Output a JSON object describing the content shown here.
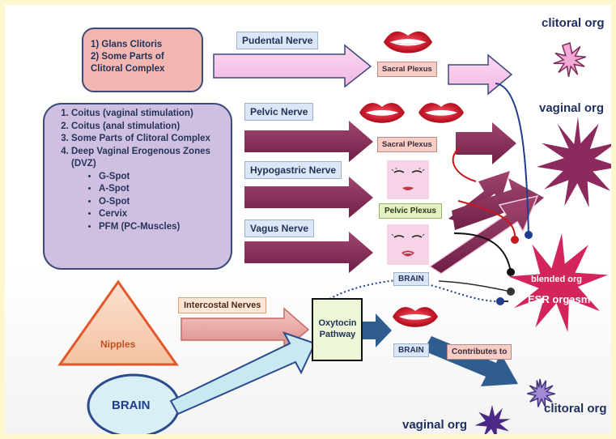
{
  "sources": {
    "glans_box": [
      "1) Glans Clitoris",
      "2) Some Parts of",
      "Clitoral Complex"
    ],
    "coitus_list": [
      "Coitus (vaginal stimulation)",
      "Coitus (anal stimulation)",
      "Some Parts of Clitoral Complex",
      "Deep Vaginal Erogenous Zones  (DVZ)"
    ],
    "dvz_items": [
      "G-Spot",
      "A-Spot",
      "O-Spot",
      "Cervix",
      "PFM (PC-Muscles)"
    ],
    "nipples": "Nipples",
    "brain_ellipse": "BRAIN"
  },
  "nerves": {
    "pudental": "Pudental Nerve",
    "pelvic": "Pelvic Nerve",
    "hypogastric": "Hypogastric Nerve",
    "vagus": "Vagus Nerve",
    "intercostal": "Intercostal Nerves"
  },
  "relays": {
    "sacral_plexus_1": "Sacral Plexus",
    "sacral_plexus_2": "Sacral Plexus",
    "pelvic_plexus": "Pelvic Plexus",
    "brain_upper": "BRAIN",
    "brain_lower": "BRAIN",
    "oxytocin": "Oxytocin Pathway",
    "contributes": "Contributes to"
  },
  "outcomes": {
    "clitoral_top": "clitoral org",
    "vaginal_top": "vaginal org",
    "blended": "blended org",
    "esr": "ESR orgasm",
    "clitoral_bottom": "clitoral org",
    "vaginal_bottom": "vaginal org"
  },
  "colors": {
    "pink_arrow": "#f6c6ea",
    "plum_arrow": "#8e2f5f",
    "salmon_arrow": "#f2b3b0",
    "blue_arrow": "#bfe2ec",
    "navy_arrow": "#2f5d8e",
    "pink_star": "#f4a8d4",
    "plum_star": "#8c2a5e",
    "magenta_star": "#d3245c",
    "purple_star": "#4a2a86"
  },
  "icons": [
    "lips-icon",
    "face-icon",
    "starburst-icon"
  ]
}
